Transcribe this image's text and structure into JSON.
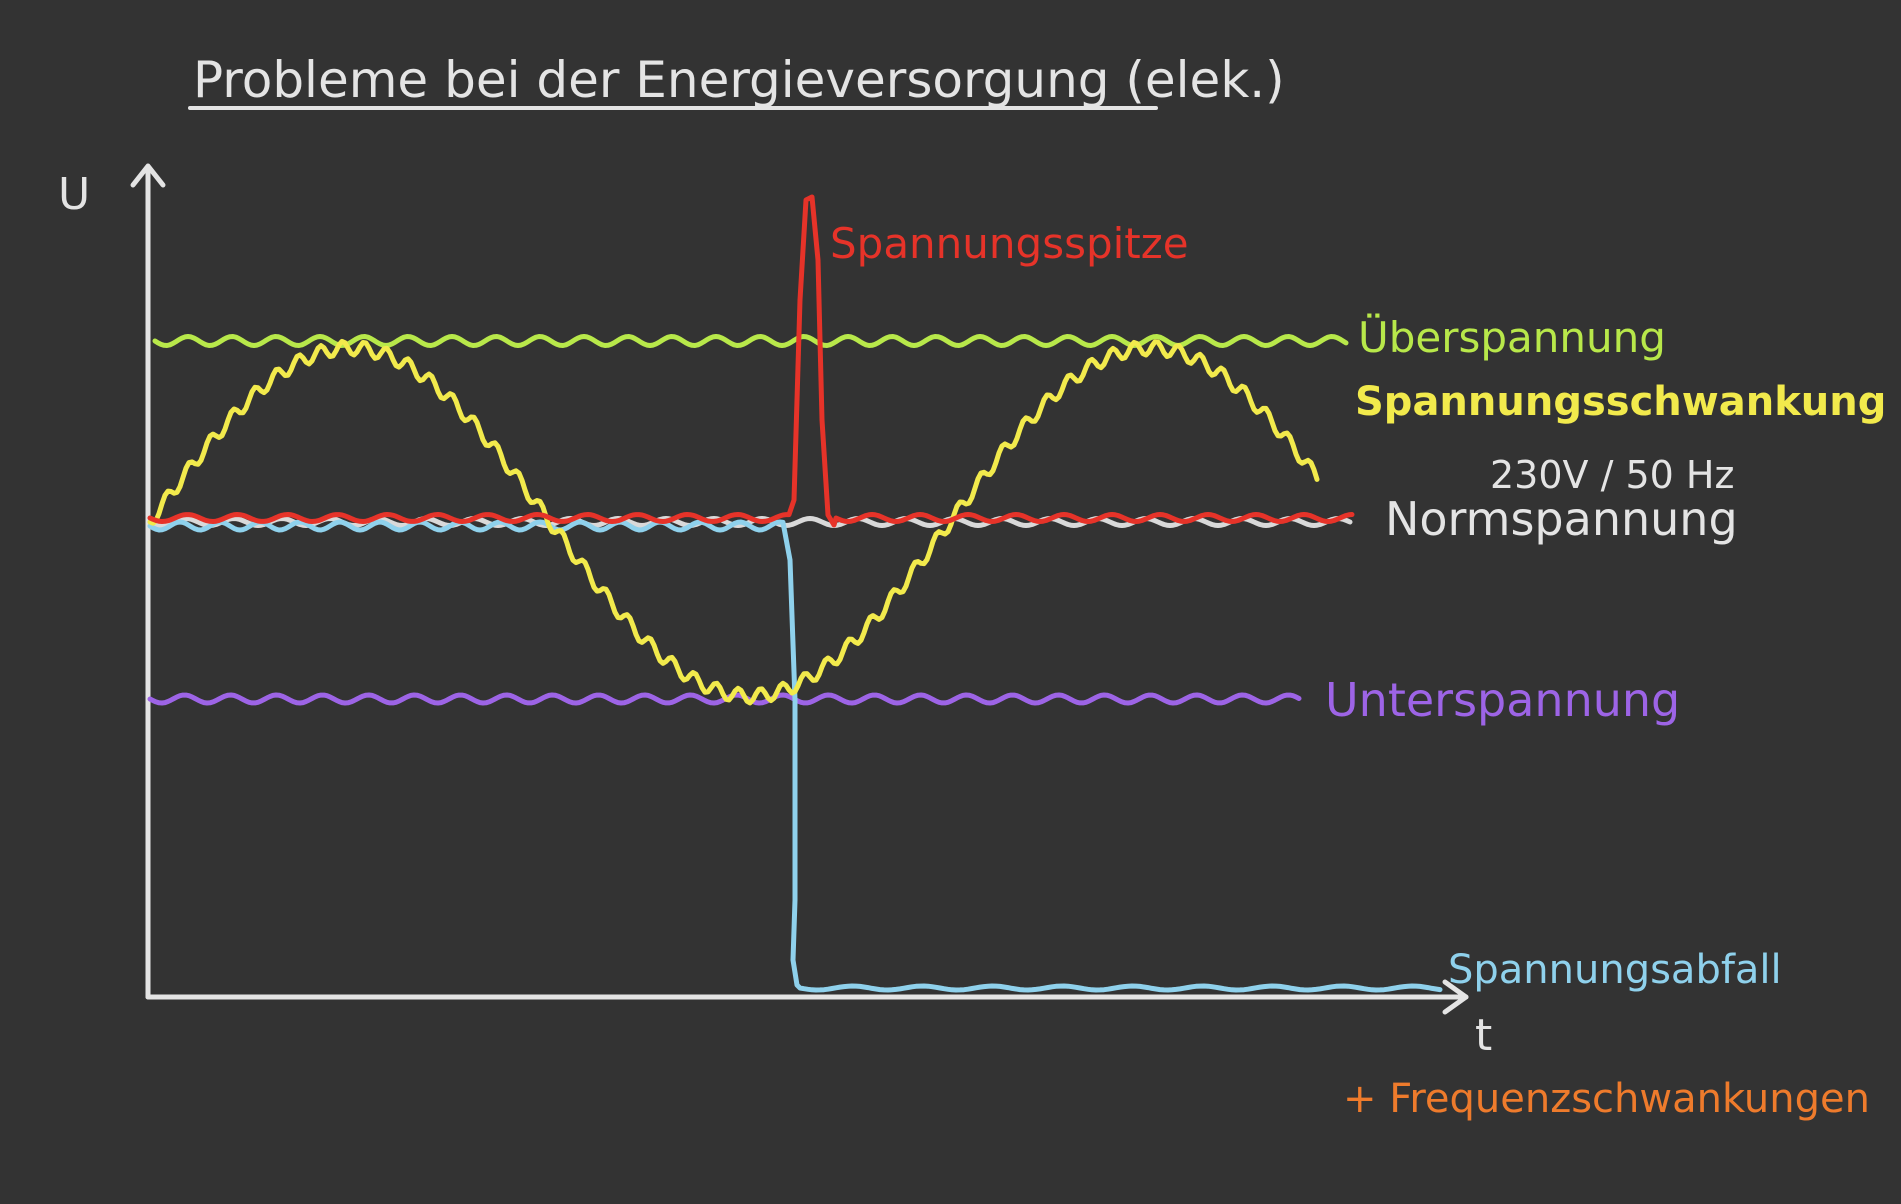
{
  "title": "Probleme bei der Energieversorgung (elek.)",
  "axes": {
    "y_label": "U",
    "x_label": "t"
  },
  "colors": {
    "background": "#333333",
    "axis": "#e4e4e4",
    "ueberspannung": "#b8e84a",
    "schwankung": "#f2ea4c",
    "spitze": "#e63329",
    "norm": "#d9d9d9",
    "abfall": "#8fd1ec",
    "unterspannung": "#9d64e6",
    "frequenz": "#ee7b2c"
  },
  "labels": {
    "spitze": "Spannungsspitze",
    "ueberspannung": "Überspannung",
    "schwankung": "Spannungsschwankung",
    "norm_value": "230V / 50 Hz",
    "norm": "Normspannung",
    "unterspannung": "Unterspannung",
    "abfall": "Spannungsabfall",
    "frequenz": "+ Frequenzschwankungen"
  }
}
